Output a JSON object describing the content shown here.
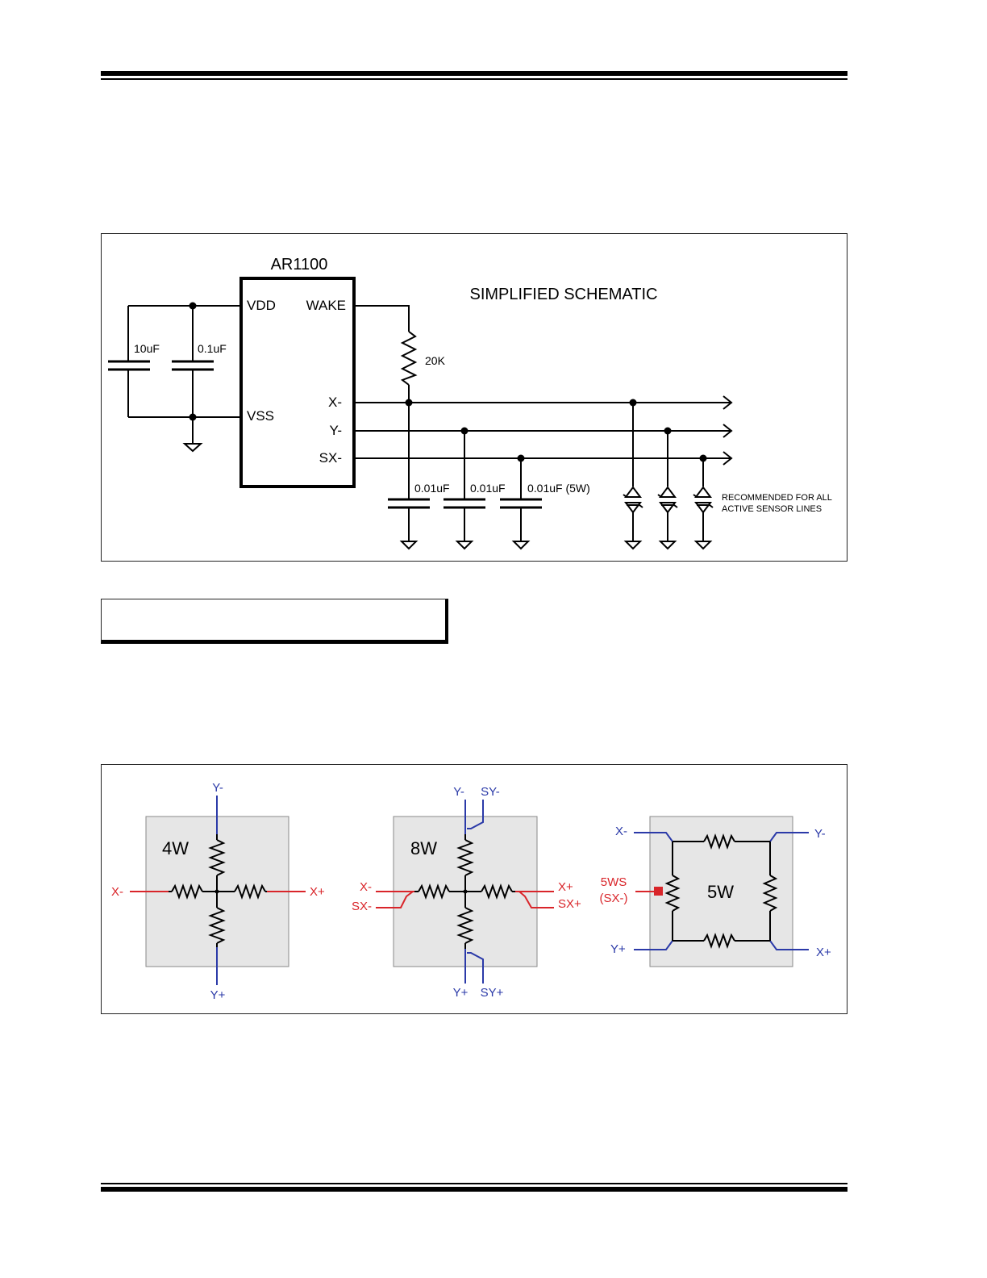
{
  "schematic": {
    "chip_name": "AR1100",
    "title": "SIMPLIFIED SCHEMATIC",
    "pins": {
      "vdd": "VDD",
      "vss": "VSS",
      "wake": "WAKE",
      "x_minus": "X-",
      "y_minus": "Y-",
      "sx_minus": "SX-"
    },
    "caps": {
      "c1": "10uF",
      "c2": "0.1uF",
      "c3": "0.01uF",
      "c4": "0.01uF",
      "c5": "0.01uF (5W)"
    },
    "resistor": "20K",
    "note_line1": "RECOMMENDED FOR ALL",
    "note_line2": "ACTIVE SENSOR LINES"
  },
  "sensors": {
    "w4": {
      "name": "4W",
      "y_minus": "Y-",
      "y_plus": "Y+",
      "x_minus": "X-",
      "x_plus": "X+"
    },
    "w8": {
      "name": "8W",
      "y_minus": "Y-",
      "sy_minus": "SY-",
      "y_plus": "Y+",
      "sy_plus": "SY+",
      "x_minus": "X-",
      "sx_minus": "SX-",
      "x_plus": "X+",
      "sx_plus": "SX+"
    },
    "w5": {
      "name": "5W",
      "x_minus": "X-",
      "y_minus": "Y-",
      "y_plus": "Y+",
      "x_plus": "X+",
      "sense_line1": "5WS",
      "sense_line2": "(SX-)"
    }
  },
  "colors": {
    "blue_lead": "#2b3aa8",
    "red_lead": "#d9252a",
    "panel_fill": "#e6e6e6"
  }
}
